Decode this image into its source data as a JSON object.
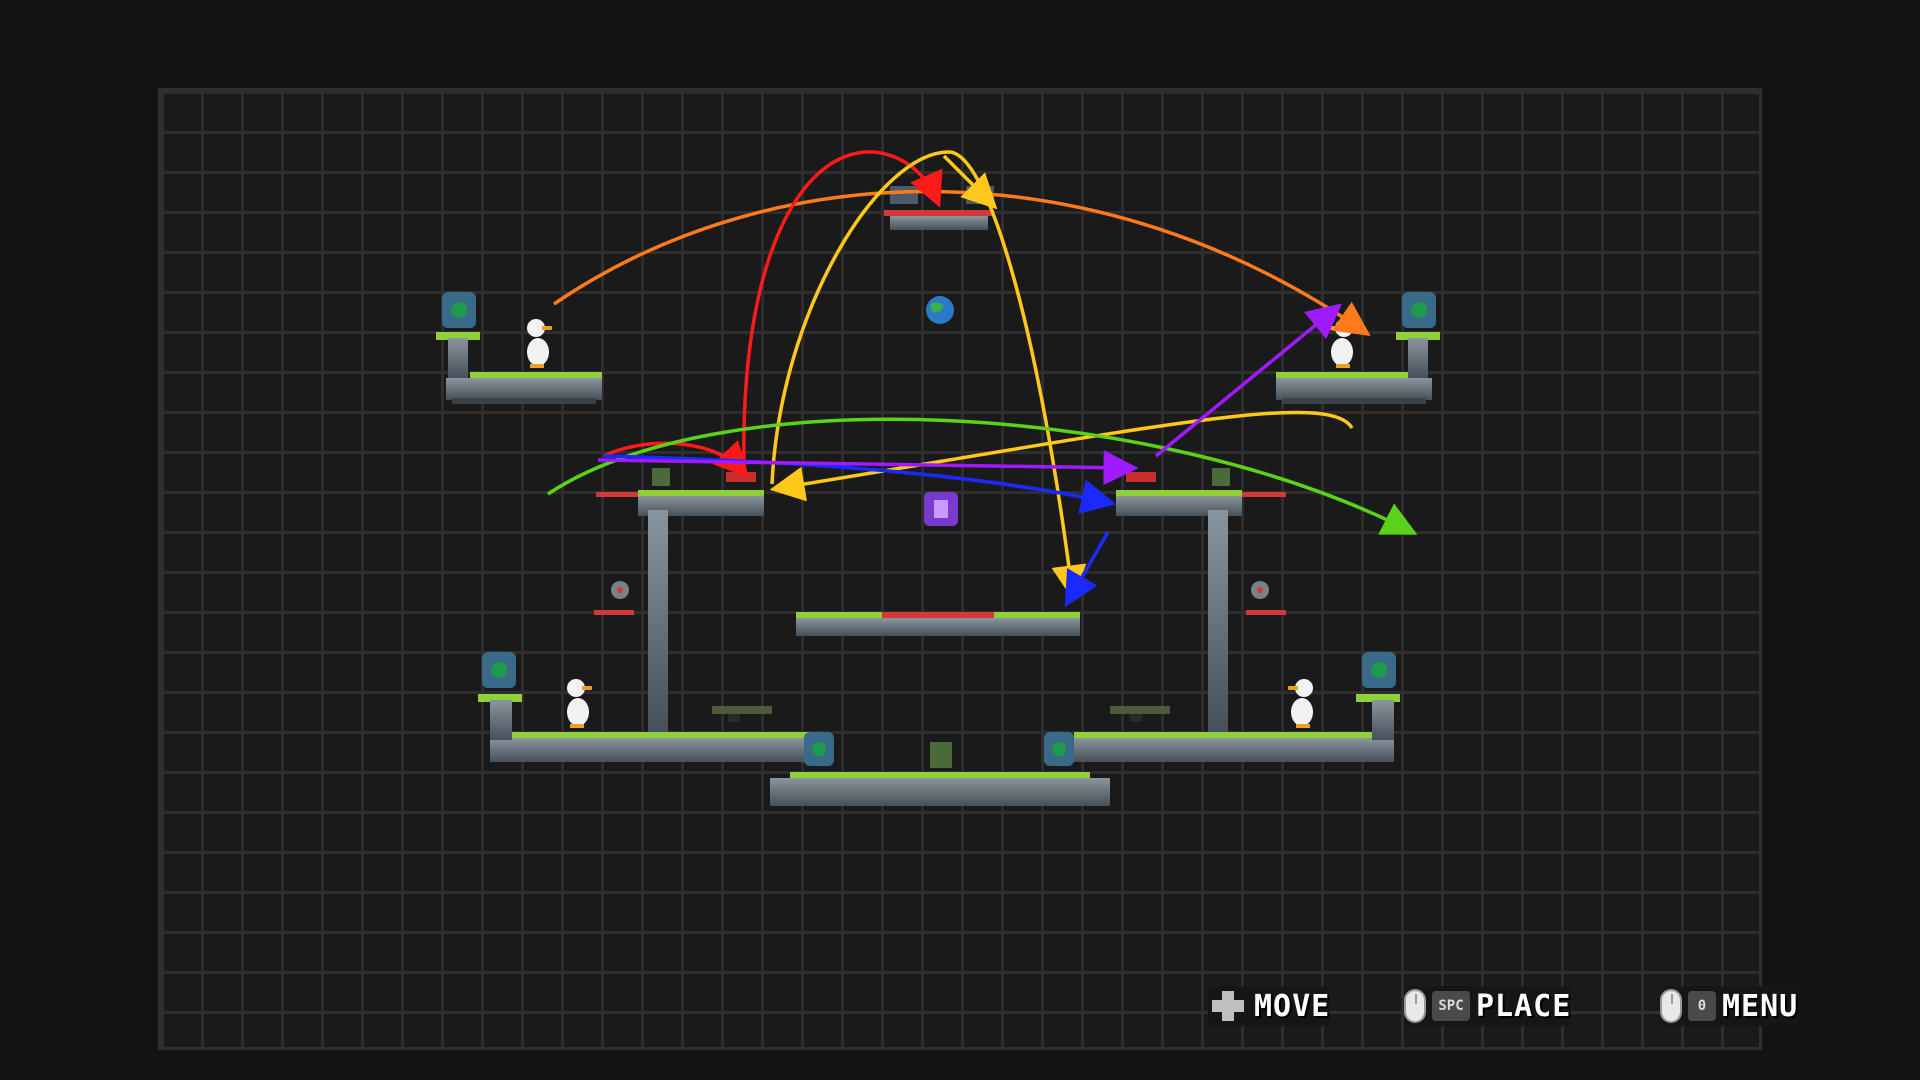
{
  "hud": {
    "move_label": "MOVE",
    "place_label": "PLACE",
    "place_key": "SPC",
    "menu_label": "MENU",
    "menu_key": "0"
  },
  "colors": {
    "background": "#141414",
    "grid_line": "#2e2e2e",
    "arrow_red": "#ff1a1a",
    "arrow_orange": "#ff7a1a",
    "arrow_yellow": "#ffc81a",
    "arrow_green": "#5ad21a",
    "arrow_blue": "#1a2aff",
    "arrow_purple": "#a01aff",
    "grass": "#8fd03a",
    "metal": "#5e6870",
    "spawn_gem": "#1e7a4a",
    "mystery_box": "#7a3ad0"
  },
  "icons": {
    "move": "dpad-icon",
    "place": "mouse-icon",
    "menu": "mouse-icon"
  }
}
